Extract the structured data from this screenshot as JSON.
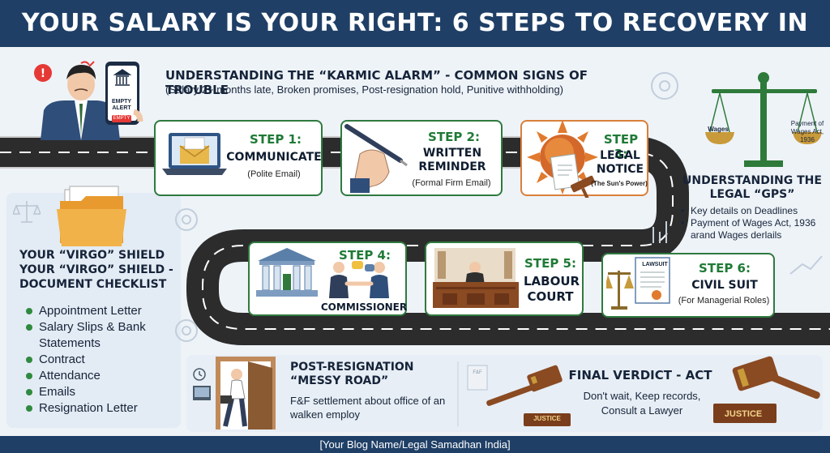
{
  "header": {
    "title": "YOUR SALARY IS YOUR RIGHT: 6 STEPS TO RECOVERY IN INDIA"
  },
  "alarm": {
    "title": "UNDERSTANDING THE “KARMIC ALARM” - COMMON SIGNS OF TROUBLE",
    "subtitle": "(Salary 2+ months late, Broken promises, Post-resignation hold, Punitive withholding)",
    "phone_line1": "EMPTY",
    "phone_line2": "ALERT",
    "phone_badge": "EMPTY"
  },
  "steps": [
    {
      "label": "STEP 1:",
      "title": "COMMUNICATE",
      "sub": "(Polite Email)"
    },
    {
      "label": "STEP 2:",
      "title": "WRITTEN REMINDER",
      "sub": "(Formal Firm Email)"
    },
    {
      "label": "STEP 3:",
      "title": "LEGAL NOTICE",
      "sub": "(The Sun's Power)"
    },
    {
      "label": "STEP 4:",
      "title": "COMMISSIONER",
      "sub": ""
    },
    {
      "label": "STEP 5:",
      "title": "LABOUR COURT",
      "sub": ""
    },
    {
      "label": "STEP 6:",
      "title": "CIVIL SUIT",
      "sub": "(For Managerial Roles)",
      "doc_label": "LAWSUIT"
    }
  ],
  "scales": {
    "left_label": "Wages",
    "right_label": "Payment of Wages Act, 1936"
  },
  "gps": {
    "title": "UNDERSTANDING THE LEGAL “GPS”",
    "items": [
      "Key details on Deadlines",
      "Payment of Wages Act, 1936 arand Wages derlails"
    ]
  },
  "shield": {
    "title": "YOUR “VIRGO” SHIELD YOUR “VIRGO” SHIELD - DOCUMENT CHECKLIST",
    "items": [
      "Appointment Letter",
      "Salary Slips & Bank Statements",
      "Contract",
      "Attendance",
      "Emails",
      "Resignation Letter"
    ]
  },
  "messy": {
    "title": "POST-RESIGNATION “MESSY ROAD”",
    "body": "F&F settlement about office of an walken employ",
    "doc_label": "F&F"
  },
  "verdict": {
    "title": "FINAL VERDICT - ACT",
    "body": "Don't wait, Keep records, Consult a Lawyer",
    "plaque": "JUSTICE"
  },
  "footer": {
    "text": "[Your Blog Name/Legal Samadhan India]"
  },
  "colors": {
    "navy": "#1f3f66",
    "step_green": "#1f7a36",
    "road": "#3a3a3a",
    "accent_orange": "#d9803a"
  }
}
